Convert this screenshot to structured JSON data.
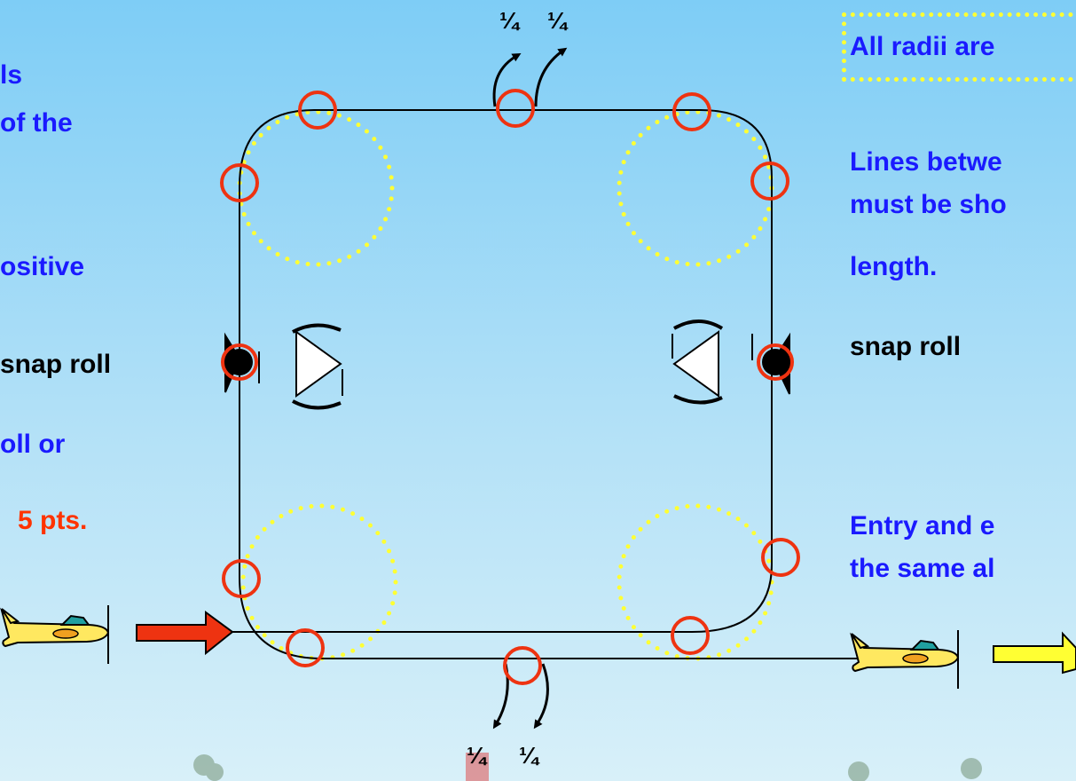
{
  "left_text": {
    "line1": "ls",
    "line2": "of the",
    "line3": "ositive",
    "line4": "snap roll",
    "line5": "oll or",
    "score": "5 pts."
  },
  "right_text": {
    "radii_note": "All radii are",
    "lines_note_1": "Lines betwe",
    "lines_note_2": "must be sho",
    "lines_note_3": "length.",
    "snap_roll": "snap roll",
    "entry_note_1": "Entry and e",
    "entry_note_2": "the same al"
  },
  "roll_marks": {
    "top_left": "¼",
    "top_right": "¼",
    "bottom_left": "¼",
    "bottom_right": "¼"
  },
  "colors": {
    "text_blue": "#1a1aff",
    "score_red": "#ff3300",
    "marker_red": "#ee3311",
    "radius_guide_yellow": "#ffff33",
    "entry_arrow_red": "#ee3311",
    "exit_arrow_yellow": "#ffff33",
    "plane_yellow": "#ffe860"
  },
  "icons": {
    "entry_plane": "airplane-icon",
    "exit_plane": "airplane-icon",
    "entry_arrow": "arrow-right-icon",
    "exit_arrow": "arrow-right-icon",
    "snap_roll_left": "snap-roll-triangle-icon",
    "snap_roll_right": "snap-roll-triangle-icon"
  }
}
